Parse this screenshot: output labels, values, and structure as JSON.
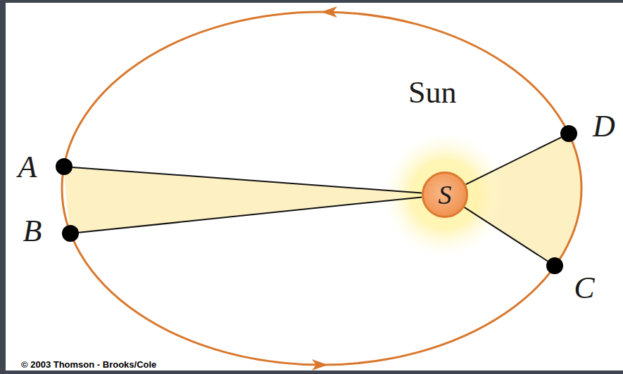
{
  "diagram": {
    "nodes": [
      {
        "text": [
          "A"
        ]
      },
      {
        "text": [
          "B"
        ]
      },
      {
        "text": [
          "S"
        ]
      },
      {
        "text": [
          "D"
        ]
      },
      {
        "text": [
          "C"
        ]
      }
    ],
    "edges": [
      {
        "from": 2,
        "to": 0,
        "arrow": "none"
      },
      {
        "from": 2,
        "to": 1,
        "arrow": "none"
      },
      {
        "from": 2,
        "to": 3,
        "arrow": "none"
      },
      {
        "from": 2,
        "to": 4,
        "arrow": "none"
      }
    ],
    "labels": [
      "Sun",
      "© 2003 Thomson - Brooks/Cole"
    ]
  }
}
